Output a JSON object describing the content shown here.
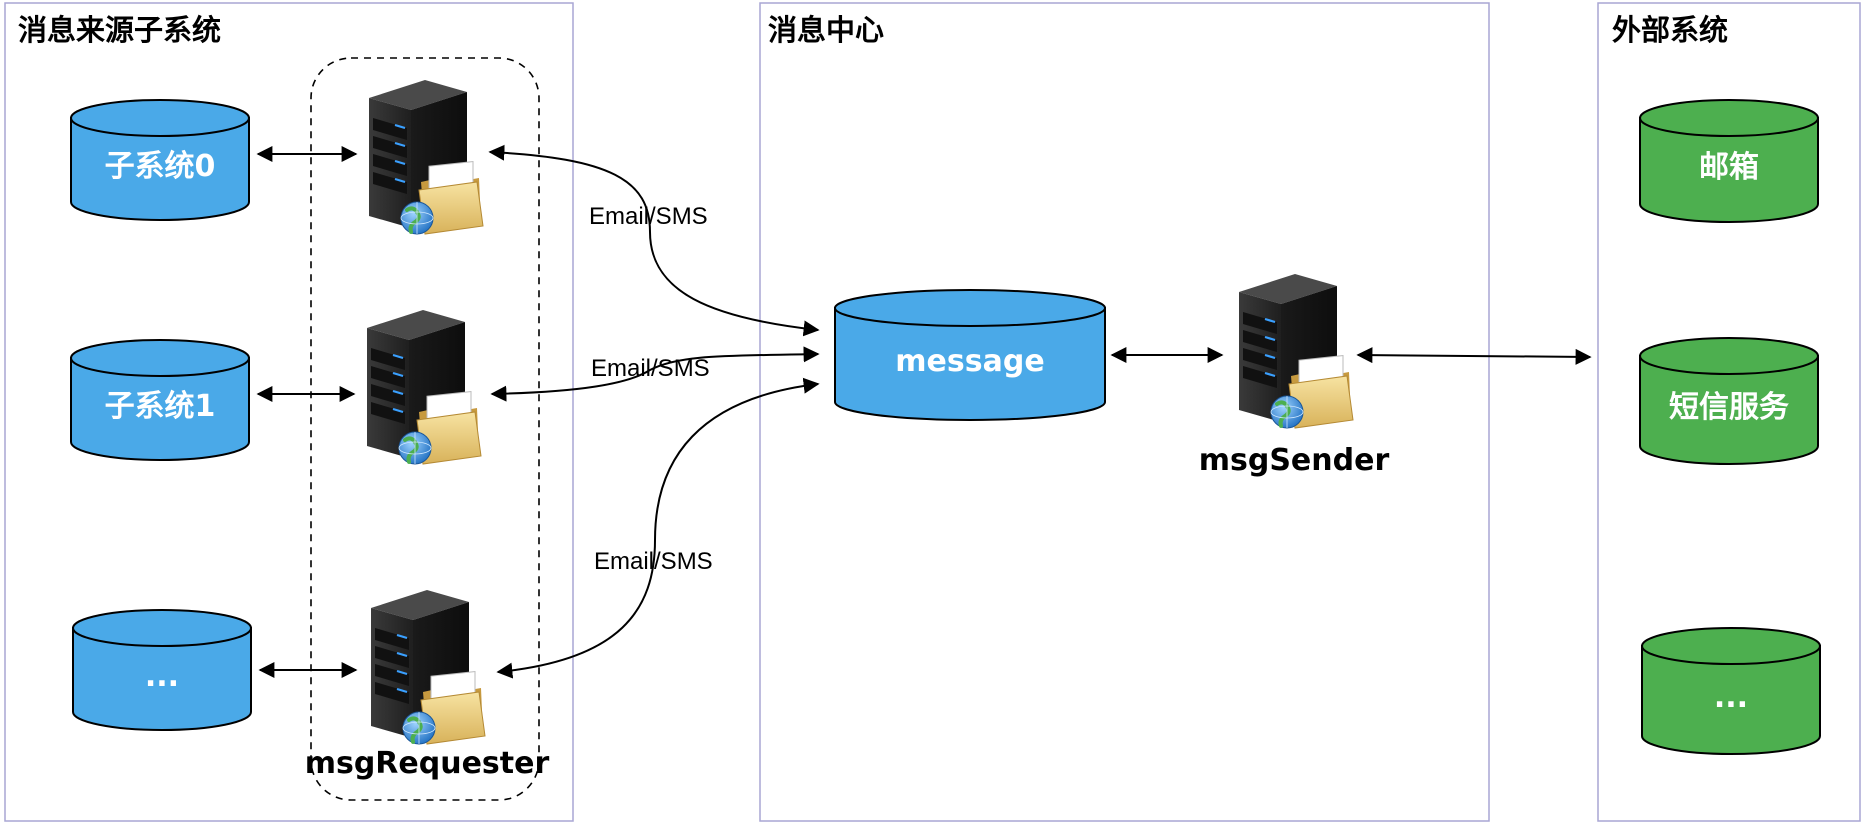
{
  "colors": {
    "blue_db": "#4aa9e8",
    "green_db": "#4daf4f",
    "panel_border": "#a9a6d4",
    "server_body": "#2b2b2b",
    "server_led": "#3aa0ff"
  },
  "panels": {
    "source": {
      "title": "消息来源子系统"
    },
    "center": {
      "title": "消息中心"
    },
    "external": {
      "title": "外部系统"
    }
  },
  "databases": {
    "subsys0": {
      "label": "子系统0"
    },
    "subsys1": {
      "label": "子系统1"
    },
    "subsys_more": {
      "label": "..."
    },
    "message": {
      "label": "message"
    },
    "mailbox": {
      "label": "邮箱"
    },
    "sms_service": {
      "label": "短信服务"
    },
    "external_more": {
      "label": "..."
    }
  },
  "servers": {
    "requester_group": {
      "label": "msgRequester",
      "icon": "server-with-folder-and-globe-icon"
    },
    "sender": {
      "label": "msgSender",
      "icon": "server-with-folder-and-globe-icon"
    }
  },
  "edges": {
    "req0_to_message": {
      "label": "Email/SMS"
    },
    "req1_to_message": {
      "label": "Email/SMS"
    },
    "req2_to_message": {
      "label": "Email/SMS"
    }
  }
}
